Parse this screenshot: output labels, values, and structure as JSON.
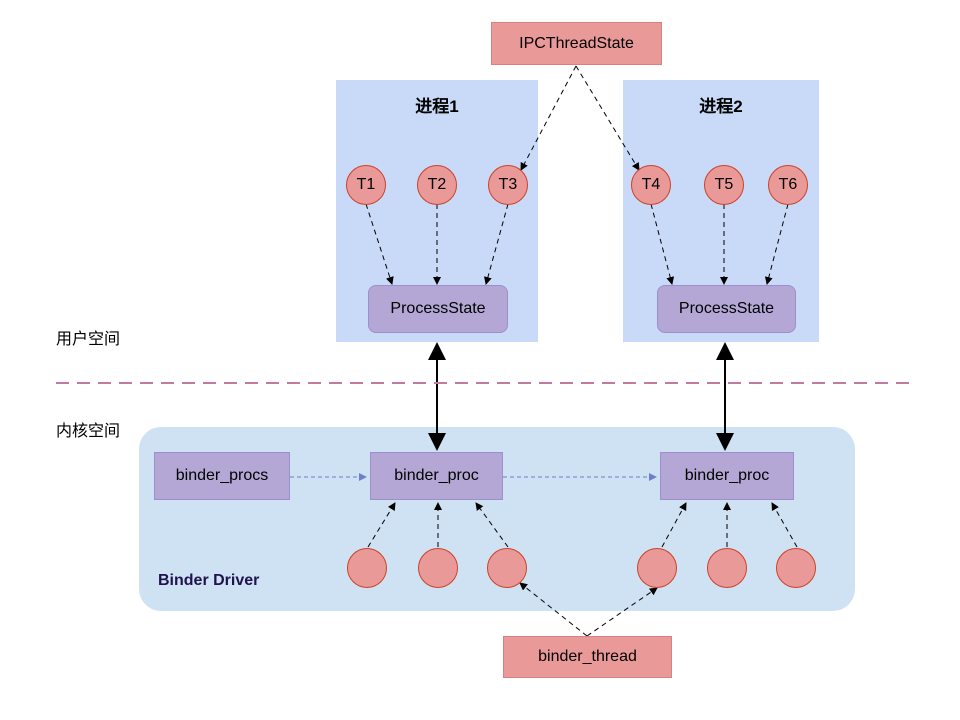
{
  "ipc_thread_state": "IPCThreadState",
  "process1": {
    "title": "进程1",
    "threads": [
      "T1",
      "T2",
      "T3"
    ],
    "state": "ProcessState"
  },
  "process2": {
    "title": "进程2",
    "threads": [
      "T4",
      "T5",
      "T6"
    ],
    "state": "ProcessState"
  },
  "user_space_label": "用户空间",
  "kernel_space_label": "内核空间",
  "driver": {
    "title": "Binder Driver",
    "procs_label": "binder_procs",
    "proc1_label": "binder_proc",
    "proc2_label": "binder_proc"
  },
  "binder_thread_label": "binder_thread",
  "colors": {
    "process_region": "#c9daf8",
    "driver_region": "#cfe2f3",
    "purple_box": "#b4a7d6",
    "pink": "#ea9999",
    "divider": "#c27ba0",
    "driver_title": "#20124d"
  }
}
